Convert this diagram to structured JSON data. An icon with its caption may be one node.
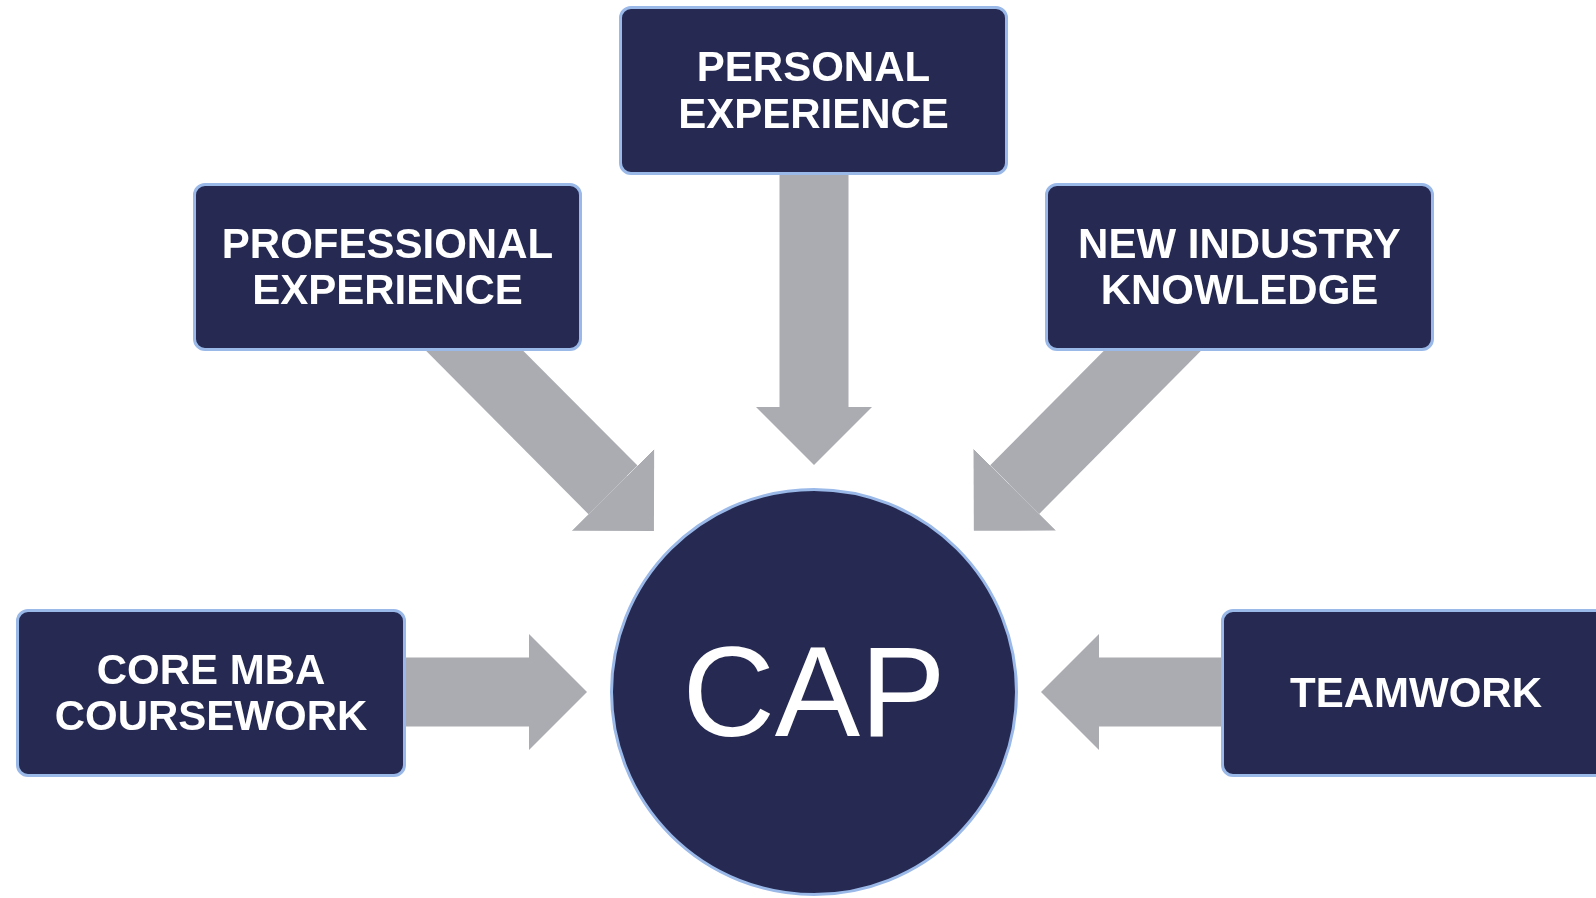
{
  "diagram": {
    "nodes": [
      {
        "text": [
          "PERSONAL EXPERIENCE"
        ]
      },
      {
        "text": [
          "PROFESSIONAL EXPERIENCE"
        ]
      },
      {
        "text": [
          "NEW INDUSTRY KNOWLEDGE"
        ]
      },
      {
        "text": [
          "CORE MBA COURSEWORK"
        ]
      },
      {
        "text": [
          "CAP"
        ]
      },
      {
        "text": [
          "TEAMWORK"
        ]
      }
    ],
    "edges": [
      {
        "from": 0,
        "to": 4,
        "arrow": "to"
      },
      {
        "from": 1,
        "to": 4,
        "arrow": "to"
      },
      {
        "from": 2,
        "to": 4,
        "arrow": "to"
      },
      {
        "from": 3,
        "to": 4,
        "arrow": "to"
      },
      {
        "from": 5,
        "to": 4,
        "arrow": "to"
      }
    ]
  }
}
